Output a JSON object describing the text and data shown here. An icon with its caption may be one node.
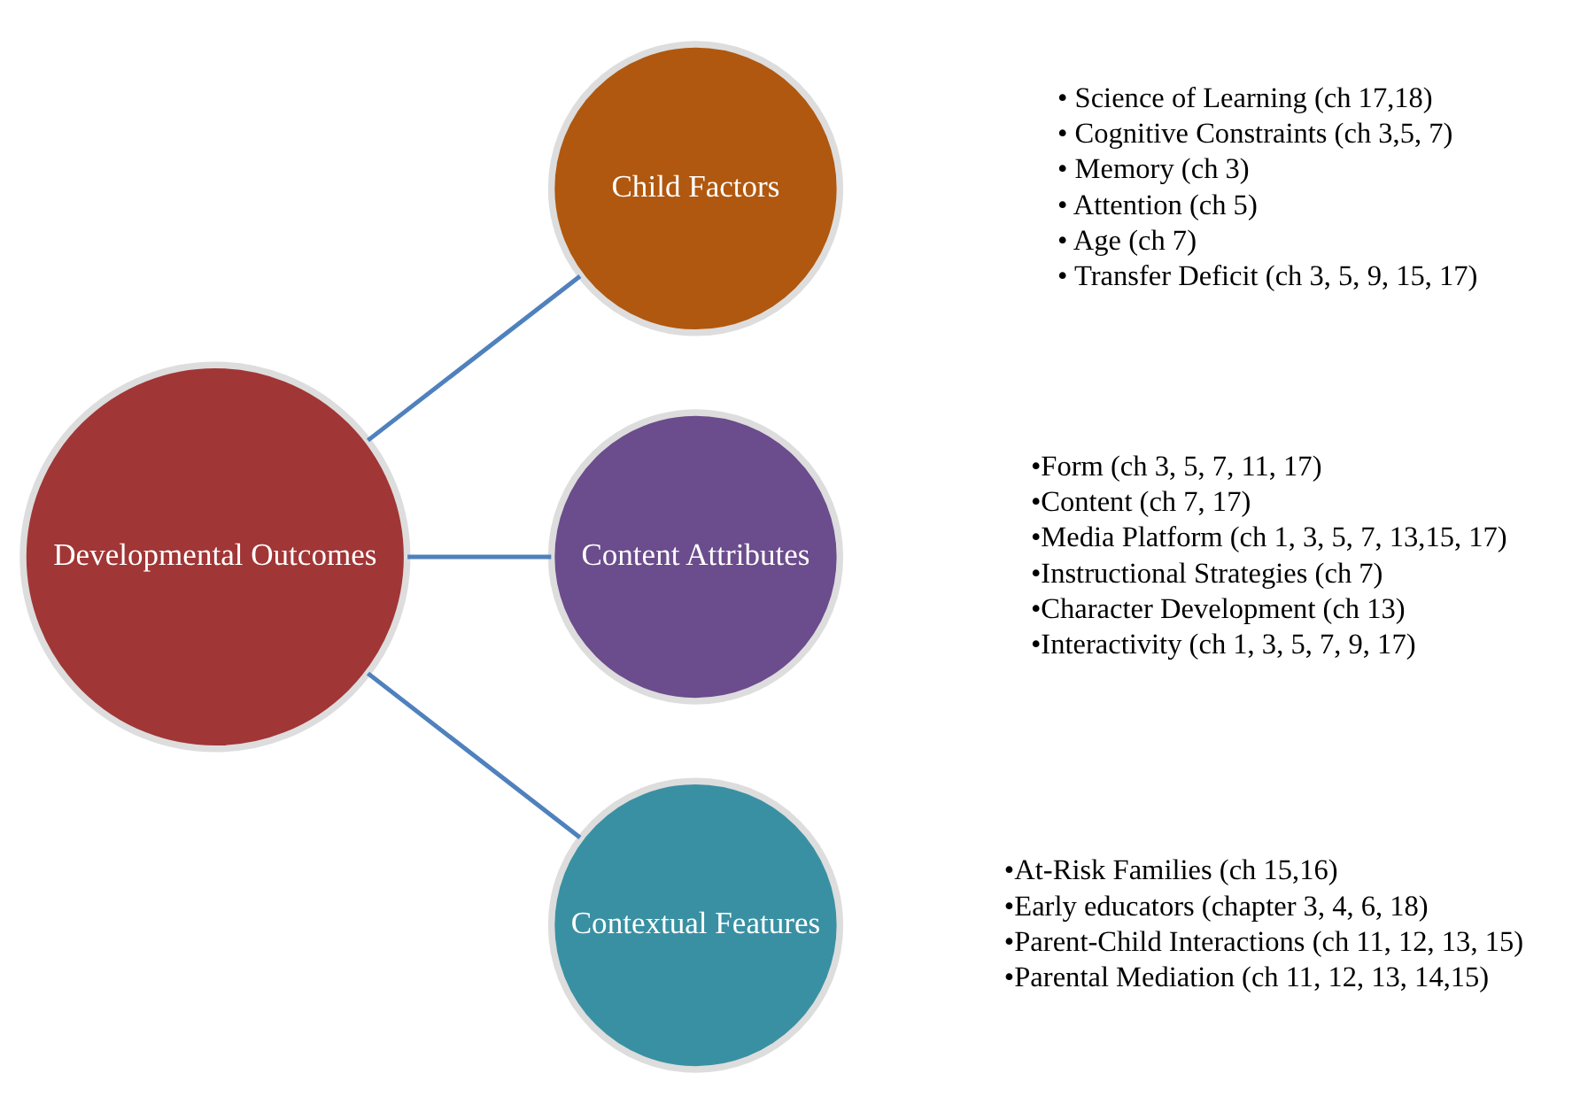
{
  "diagram": {
    "nodes": [
      {
        "text": [
          "Developmental Outcomes"
        ]
      },
      {
        "text": [
          "Child Factors"
        ],
        "beside": [
          "• Science of Learning (ch 17,18)",
          "• Cognitive Constraints (ch 3,5, 7)",
          "• Memory (ch 3)",
          "• Attention (ch 5)",
          "• Age (ch 7)",
          "• Transfer Deficit (ch 3, 5, 9, 15, 17)"
        ]
      },
      {
        "text": [
          "Content Attributes"
        ],
        "beside": [
          "•Form (ch 3, 5, 7, 11, 17)",
          "•Content (ch 7, 17)",
          "•Media Platform (ch 1, 3, 5, 7, 13,15, 17)",
          "•Instructional Strategies (ch 7)",
          "•Character Development (ch 13)",
          "•Interactivity (ch 1, 3, 5, 7, 9, 17)"
        ]
      },
      {
        "text": [
          "Contextual Features"
        ],
        "beside": [
          "•At-Risk Families (ch 15,16)",
          "•Early educators (chapter 3, 4, 6, 18)",
          "•Parent-Child Interactions (ch 11, 12, 13, 15)",
          "•Parental Mediation (ch 11, 12, 13, 14,15)"
        ]
      }
    ],
    "edges": [
      {
        "from": 0,
        "to": 1,
        "arrow": "none"
      },
      {
        "from": 0,
        "to": 2,
        "arrow": "none"
      },
      {
        "from": 0,
        "to": 3,
        "arrow": "none"
      }
    ]
  }
}
